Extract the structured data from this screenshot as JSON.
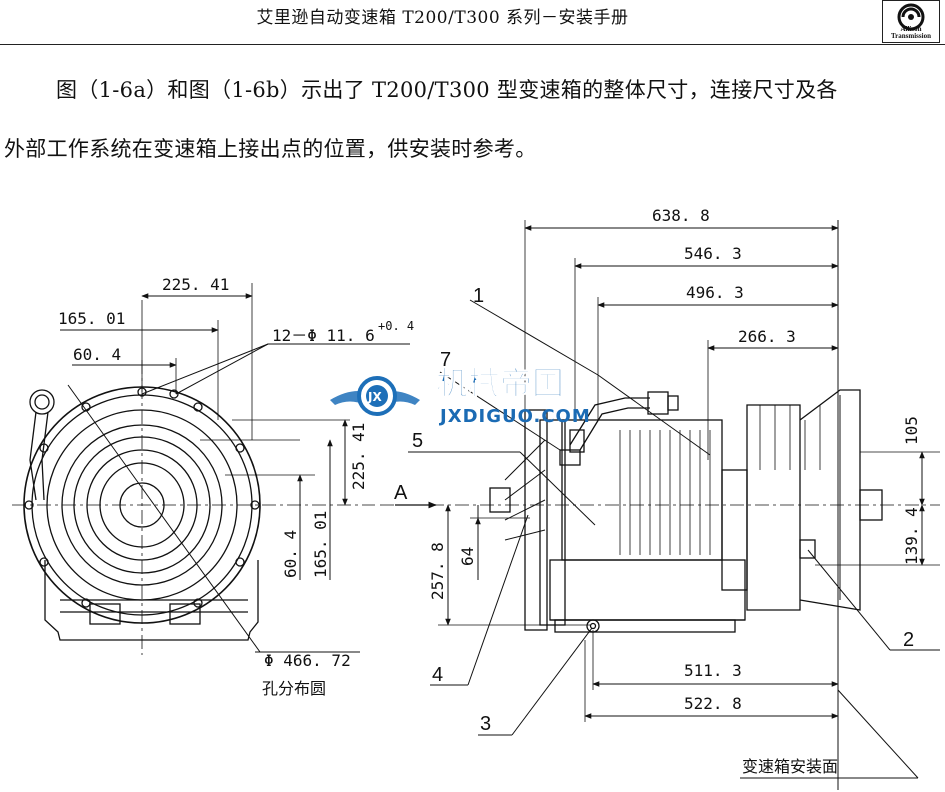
{
  "header": {
    "title": "艾里逊自动变速箱 T200/T300 系列－安装手册",
    "logo_text": "Allison Transmission"
  },
  "body": {
    "line1": "图（1-6a）和图（1-6b）示出了 T200/T300 型变速箱的整体尺寸，连接尺寸及各",
    "line2": "外部工作系统在变速箱上接出点的位置，供安装时参考。"
  },
  "front_view": {
    "dim_225_41_h": "225. 41",
    "dim_165_01_h": "165. 01",
    "dim_60_4_h": "60. 4",
    "hole_spec": "12－Φ 11. 6",
    "hole_tol": "+0. 4",
    "dim_225_41_v": "225. 41",
    "dim_60_4_v": "60. 4",
    "dim_165_01_v": "165. 01",
    "bolt_circle": "Φ 466. 72",
    "bolt_circle_label": "孔分布圆"
  },
  "side_view": {
    "dim_638_8": "638. 8",
    "dim_546_3": "546. 3",
    "dim_496_3": "496. 3",
    "dim_266_3": "266. 3",
    "dim_105": "105",
    "dim_139_4": "139. 4",
    "dim_257_8": "257. 8",
    "dim_64": "64",
    "dim_511_3": "511. 3",
    "dim_522_8": "522. 8",
    "view_label": "A",
    "mount_face_label": "变速箱安装面",
    "callouts": [
      "1",
      "2",
      "3",
      "4",
      "5",
      "7"
    ]
  },
  "watermark": {
    "cn": "机械帝国",
    "en": "JXDIGUO.COM",
    "emblem": "JX"
  }
}
